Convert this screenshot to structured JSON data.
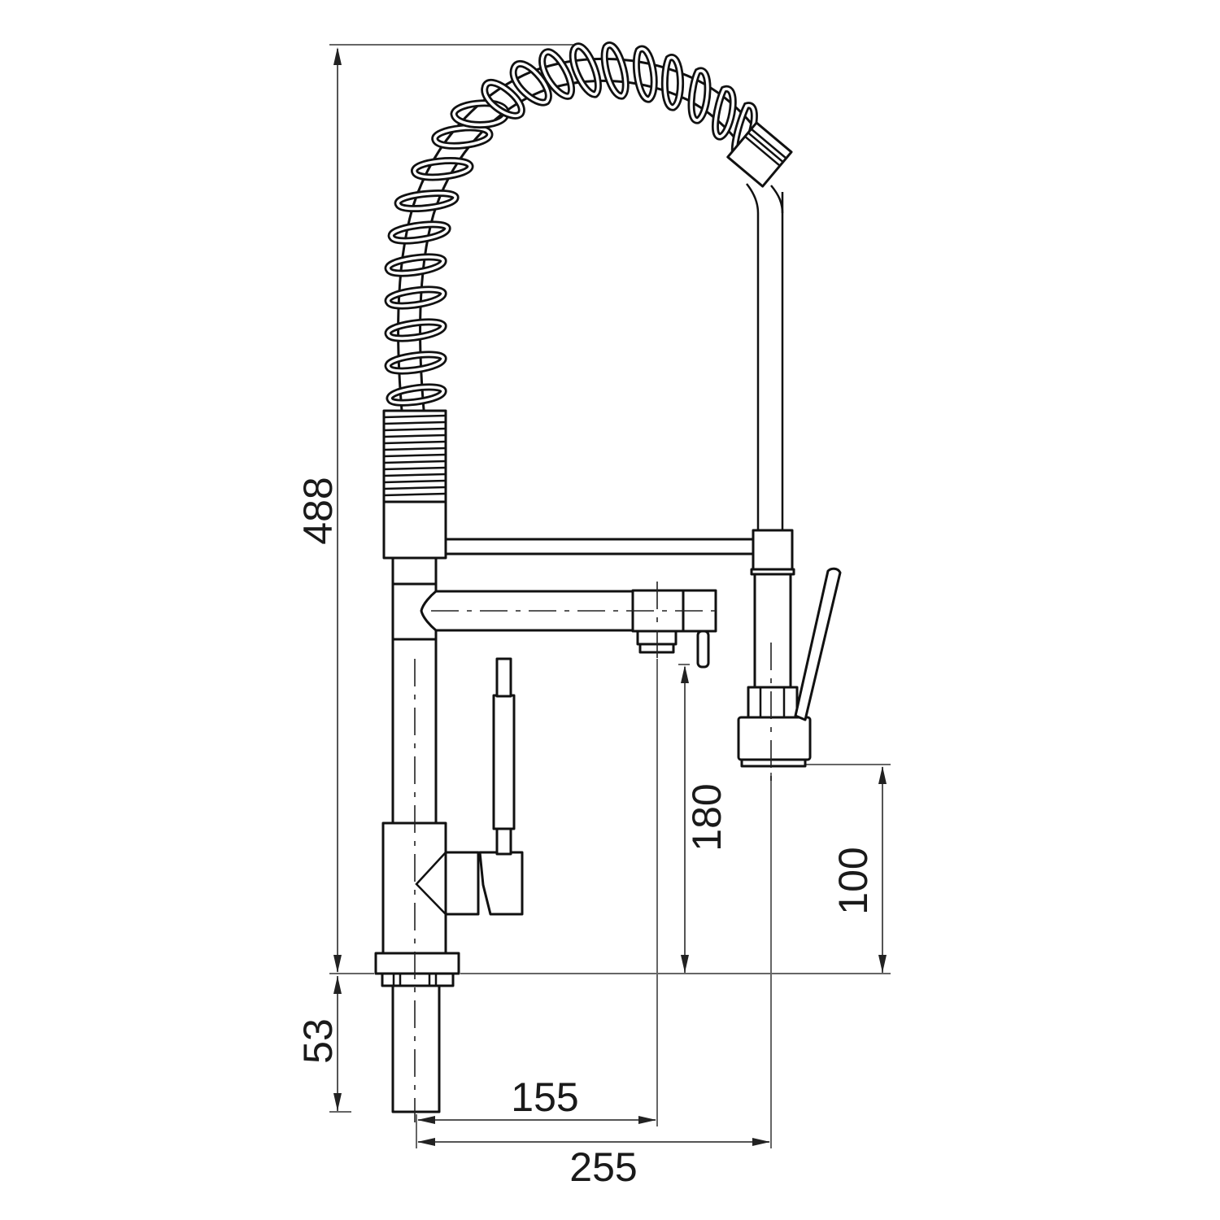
{
  "drawing": {
    "subject": "Pull-down spring spout kitchen mixer tap - side elevation",
    "line_color": "#111111",
    "background": "#ffffff"
  },
  "dimensions": {
    "overall_height": {
      "label": "488",
      "orientation": "vertical"
    },
    "tail_length": {
      "label": "53",
      "orientation": "vertical"
    },
    "fixed_spout_height": {
      "label": "180",
      "orientation": "vertical"
    },
    "spray_head_height": {
      "label": "100",
      "orientation": "vertical"
    },
    "fixed_spout_reach": {
      "label": "155",
      "orientation": "horizontal"
    },
    "spray_reach": {
      "label": "255",
      "orientation": "horizontal"
    }
  }
}
